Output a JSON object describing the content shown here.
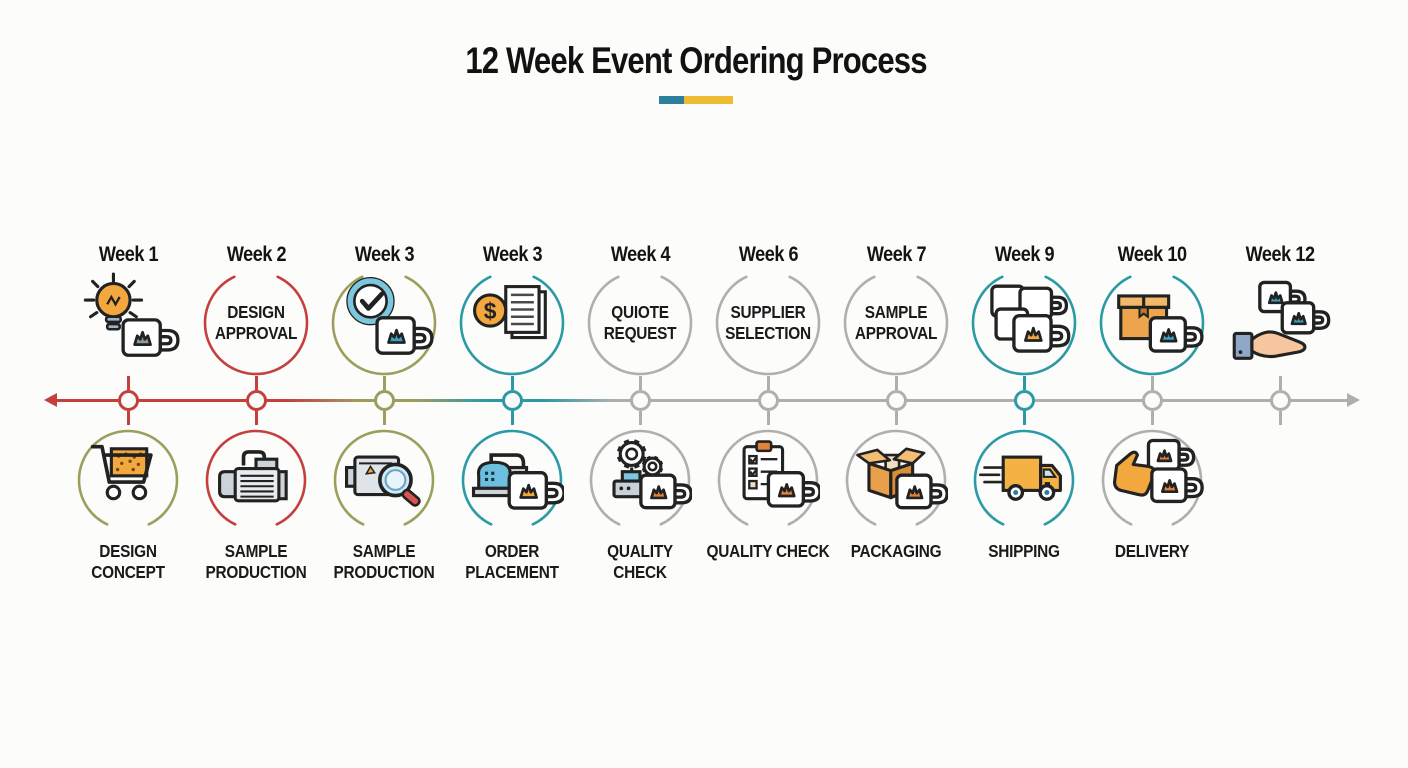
{
  "title": "12 Week Event Ordering Process",
  "title_underline": {
    "left_color": "#2e7f9e",
    "right_color": "#eebc33"
  },
  "palette": {
    "red": "#c4403d",
    "olive": "#9f9d5e",
    "teal": "#2b9aa5",
    "gray": "#b0afae",
    "accent_orange": "#f3a73f",
    "accent_blue": "#3e9fc0"
  },
  "timeline": {
    "left_arrow_color": "red",
    "right_arrow_color": "gray",
    "segment_fills": [
      "red",
      "red",
      [
        "red",
        "olive"
      ],
      [
        "olive",
        "teal"
      ],
      [
        "teal",
        "gray"
      ],
      "gray",
      "gray",
      "gray",
      "gray",
      "gray",
      "gray"
    ]
  },
  "columns": [
    {
      "week": "Week 1",
      "node_color": "red",
      "top": {
        "kind": "icon",
        "icon": "idea-mug",
        "circle_color": null
      },
      "bottom": {
        "circle_color": "olive",
        "icon": "shopping-cart",
        "label_lines": [
          "DESIGN",
          "CONCEPT"
        ]
      }
    },
    {
      "week": "Week 2",
      "node_color": "red",
      "top": {
        "kind": "text",
        "circle_color": "red",
        "label_lines": [
          "DESIGN",
          "APPROVAL"
        ]
      },
      "bottom": {
        "circle_color": "red",
        "icon": "production-machine",
        "label_lines": [
          "SAMPLE",
          "PRODUCTION"
        ]
      }
    },
    {
      "week": "Week 3",
      "node_color": "olive",
      "top": {
        "kind": "icon",
        "icon": "approved-mug",
        "circle_color": "olive"
      },
      "bottom": {
        "circle_color": "olive",
        "icon": "machine-inspection",
        "label_lines": [
          "SAMPLE",
          "PRODUCTION"
        ]
      }
    },
    {
      "week": "Week 3",
      "node_color": "teal",
      "top": {
        "kind": "icon",
        "icon": "price-documents",
        "circle_color": "teal"
      },
      "bottom": {
        "circle_color": "teal",
        "icon": "order-machine-mug",
        "label_lines": [
          "ORDER",
          "PLACEMENT"
        ]
      }
    },
    {
      "week": "Week 4",
      "node_color": "gray",
      "top": {
        "kind": "text",
        "circle_color": "gray",
        "label_lines": [
          "QUIOTE",
          "REQUEST"
        ]
      },
      "bottom": {
        "circle_color": "gray",
        "icon": "gears-mug",
        "label_lines": [
          "QUALITY",
          "CHECK"
        ]
      }
    },
    {
      "week": "Week 6",
      "node_color": "gray",
      "top": {
        "kind": "text",
        "circle_color": "gray",
        "label_lines": [
          "SUPPLIER",
          "SELECTION"
        ]
      },
      "bottom": {
        "circle_color": "gray",
        "icon": "checklist-mug",
        "label_lines": [
          "QUALITY CHECK"
        ]
      }
    },
    {
      "week": "Week 7",
      "node_color": "gray",
      "top": {
        "kind": "text",
        "circle_color": "gray",
        "label_lines": [
          "SAMPLE",
          "APPROVAL"
        ]
      },
      "bottom": {
        "circle_color": "gray",
        "icon": "open-box-mug",
        "label_lines": [
          "PACKAGING"
        ]
      }
    },
    {
      "week": "Week 9",
      "node_color": "teal",
      "top": {
        "kind": "icon",
        "icon": "mug-stack",
        "circle_color": "teal"
      },
      "bottom": {
        "circle_color": "teal",
        "icon": "delivery-truck",
        "label_lines": [
          "SHIPPING"
        ]
      }
    },
    {
      "week": "Week 10",
      "node_color": "gray",
      "top": {
        "kind": "icon",
        "icon": "box-mug",
        "circle_color": "teal"
      },
      "bottom": {
        "circle_color": "gray",
        "icon": "hand-mugs",
        "label_lines": [
          "DELIVERY"
        ]
      }
    },
    {
      "week": "Week 12",
      "node_color": "gray",
      "top": {
        "kind": "icon",
        "icon": "hand-presenting-mugs",
        "circle_color": null
      },
      "bottom": null
    }
  ]
}
